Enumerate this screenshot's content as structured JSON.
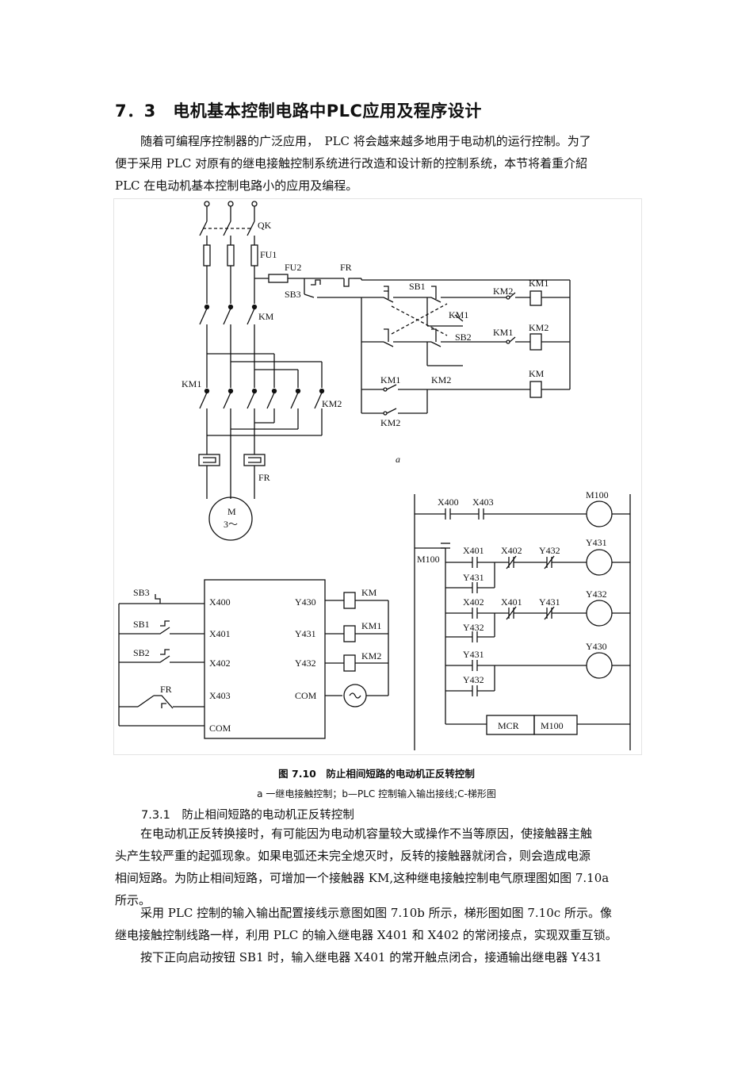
{
  "section": {
    "title": "7．3　电机基本控制电路中PLC应用及程序设计"
  },
  "intro": {
    "line1": "随着可编程序控制器的广泛应用，　PLC 将会越来越多地用于电动机的运行控制。为了",
    "line2": "便于采用 PLC 对原有的继电接触控制系统进行改造和设计新的控制系统，本节将着重介紹",
    "line3": "PLC 在电动机基本控制电路小的应用及编程。"
  },
  "figure": {
    "a_label": "a",
    "circuit_a": {
      "qk": "QK",
      "fu1": "FU1",
      "fu2": "FU2",
      "fr": "FR",
      "sb3": "SB3",
      "sb1": "SB1",
      "sb2": "SB2",
      "km": "KM",
      "km1": "KM1",
      "km2": "KM2",
      "motor": "M",
      "motor_sub": "3～"
    },
    "wiring_b": {
      "inputs": [
        "X400",
        "X401",
        "X402",
        "X403",
        "COM"
      ],
      "outputs": [
        "Y430",
        "Y431",
        "Y432",
        "COM"
      ],
      "switches": [
        "SB3",
        "SB1",
        "SB2",
        "FR"
      ],
      "coils": [
        "KM",
        "KM1",
        "KM2"
      ]
    },
    "ladder_c": {
      "r1": [
        "X400",
        "X403",
        "M100"
      ],
      "m100": "M100",
      "r2": [
        "X401",
        "X402",
        "Y432",
        "Y431"
      ],
      "r2b": "Y431",
      "r3": [
        "X402",
        "X401",
        "Y431",
        "Y432"
      ],
      "r3b": "Y432",
      "r4": [
        "Y431",
        "Y430"
      ],
      "r4b": "Y432",
      "mcr": "MCR",
      "mcr_arg": "M100"
    }
  },
  "caption": {
    "line1": "图 7.10　防止相间短路的电动机正反转控制",
    "line2": "a 一继电接触控制；b—PLC 控制输入输出接线;C-梯形图"
  },
  "subsection": {
    "title": "7.3.1　防止相间短路的电动机正反转控制"
  },
  "body": {
    "p1_l1": "在电动机正反转换接时，有可能因为电动机容量较大或操作不当等原因，使接触器主触",
    "p1_l2": "头产生较严重的起弧现象。如果电弧还未完全熄灭时，反转的接触器就闭合，则会造成电源",
    "p1_l3": "相间短路。为防止相间短路，可增加一个接触器 KM,这种继电接触控制电气原理图如图 7.10a",
    "p1_l4": "所示。",
    "p2_l1": "采用 PLC 控制的输入输出配置接线示意图如图 7.10b 所示，梯形图如图 7.10c 所示。像",
    "p2_l2": "继电接触控制线路一样，利用 PLC 的输入继电器 X401 和 X402 的常闭接点，实现双重互锁。",
    "p3_l1": "按下正向启动按钮 SB1 时，输入继电器 X401 的常开触点闭合，接通输出继电器 Y431"
  }
}
